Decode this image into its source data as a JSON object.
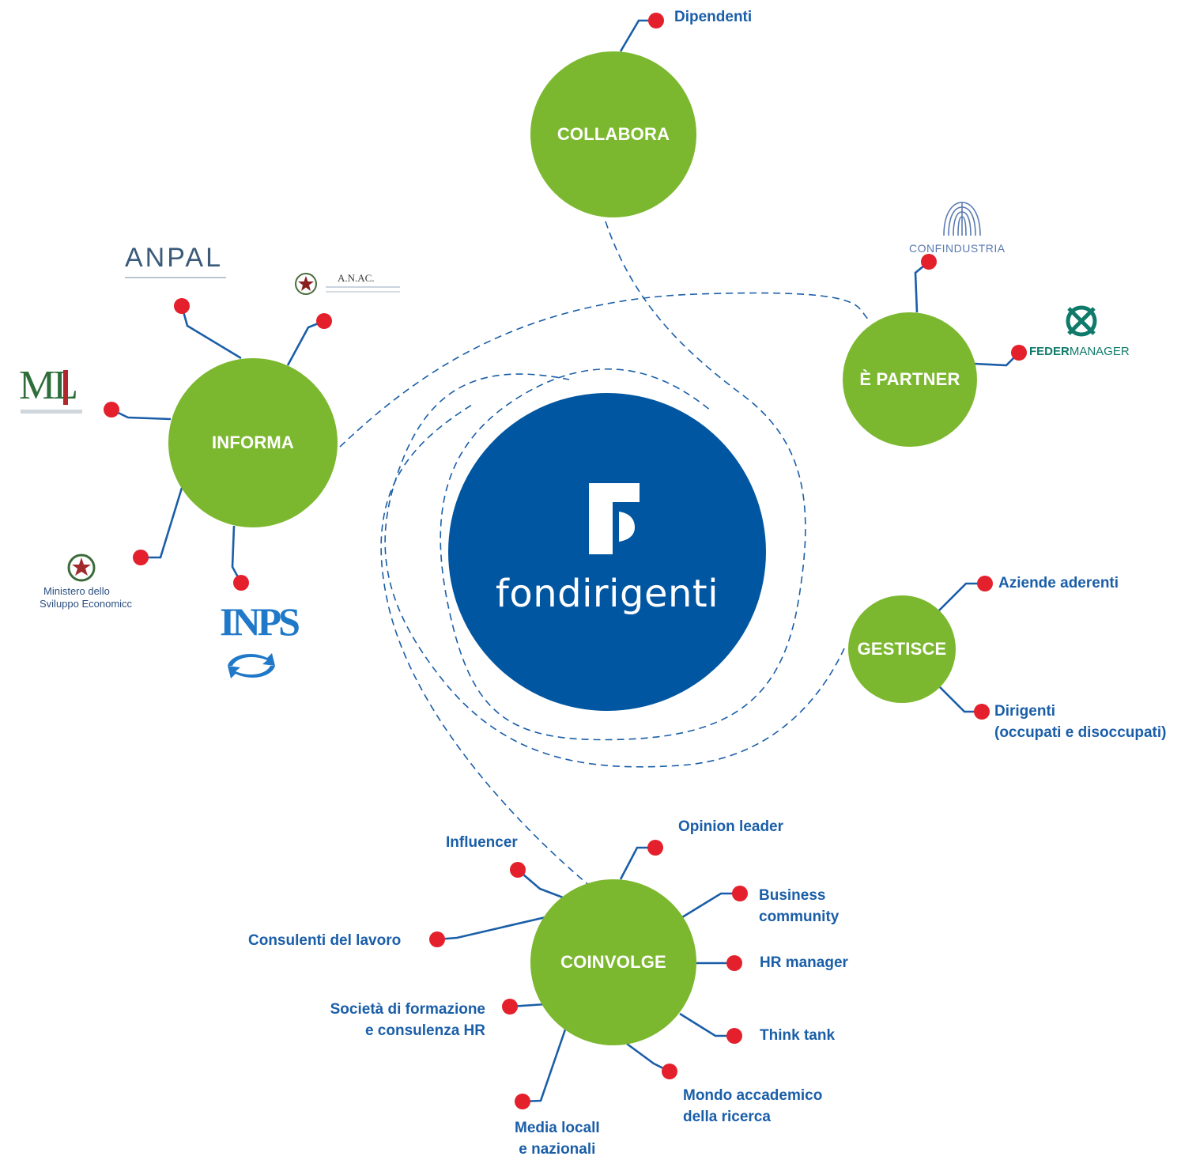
{
  "hub": {
    "label": "fondirigenti",
    "color": "#0156a1"
  },
  "colors": {
    "node": "#7cb82f",
    "dot": "#e3202c",
    "text": "#1a5ea8",
    "line": "#1a5ea8"
  },
  "nodes": {
    "collabora": "COLLABORA",
    "partner": "È PARTNER",
    "informa": "INFORMA",
    "gestisce": "GESTISCE",
    "coinvolge": "COINVOLGE"
  },
  "labels": {
    "dipendenti": "Dipendenti",
    "aziende_aderenti": "Aziende aderenti",
    "dirigenti_1": "Dirigenti",
    "dirigenti_2": "(occupati e disoccupati)",
    "opinion_leader": "Opinion leader",
    "influencer": "Influencer",
    "business_1": "Business",
    "business_2": "community",
    "consulenti": "Consulenti del lavoro",
    "hr_manager": "HR manager",
    "societa_1": "Società di formazione",
    "societa_2": "e consulenza HR",
    "think_tank": "Think tank",
    "mondo_1": "Mondo accademico",
    "mondo_2": "della ricerca",
    "media_1": "Media localI",
    "media_2": "e nazionali"
  },
  "logos": {
    "anpal": {
      "name": "ANPAL",
      "icon": "anpal-logo"
    },
    "anac": {
      "name": "A.N.AC.",
      "icon": "anac-emblem-icon"
    },
    "ml": {
      "name": "ML",
      "icon": "ministero-lavoro-logo"
    },
    "mise": {
      "name_1": "Ministero dello",
      "name_2": "Sviluppo Economicc",
      "icon": "italian-emblem-icon"
    },
    "inps": {
      "name": "INPS",
      "icon": "inps-arrows-icon"
    },
    "confindustria": {
      "name": "CONFINDUSTRIA",
      "icon": "confindustria-logo"
    },
    "federmanager": {
      "name_1": "FEDER",
      "name_2": "MANAGER",
      "icon": "federmanager-logo"
    }
  }
}
